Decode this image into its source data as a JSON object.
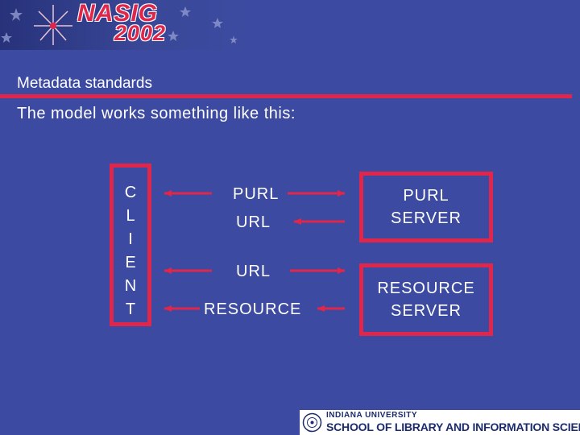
{
  "logo": {
    "name": "NASIG",
    "year": "2002",
    "icon": "fireworks-stars-icon"
  },
  "slide": {
    "title": "Metadata standards",
    "subtitle": "The model works something like this:"
  },
  "diagram": {
    "client_letters": [
      "C",
      "L",
      "I",
      "E",
      "N",
      "T"
    ],
    "purl_server": [
      "PURL",
      "SERVER"
    ],
    "resource_server": [
      "RESOURCE",
      "SERVER"
    ],
    "flows": {
      "purl": "PURL",
      "url_return": "URL",
      "url_request": "URL",
      "resource": "RESOURCE"
    }
  },
  "footer": {
    "line1": "INDIANA UNIVERSITY",
    "line2": "SCHOOL OF LIBRARY AND INFORMATION SCIENCE",
    "seal_icon": "university-seal-icon"
  },
  "colors": {
    "background": "#3c4aa1",
    "accent": "#e0264a",
    "text": "#ffffff"
  }
}
